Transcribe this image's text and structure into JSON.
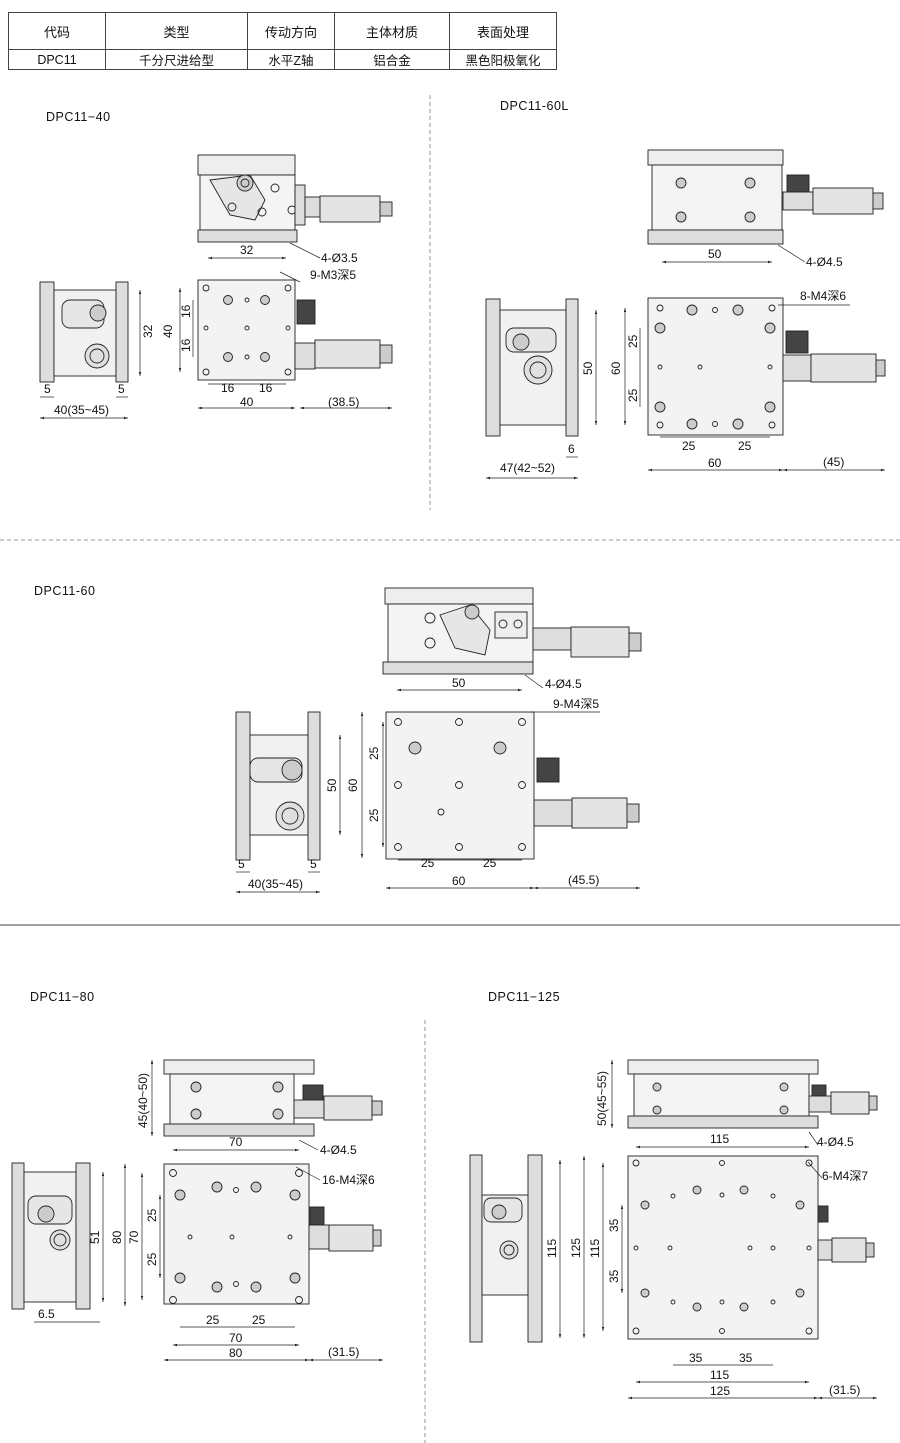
{
  "spec_table": {
    "headers": [
      "代码",
      "类型",
      "传动方向",
      "主体材质",
      "表面处理"
    ],
    "row": [
      "DPC11",
      "千分尺进给型",
      "水平Z轴",
      "铝合金",
      "黑色阳极氧化"
    ]
  },
  "models": {
    "dpc11_40": {
      "title": "DPC11−40",
      "dims": [
        "32",
        "4-Ø3.5",
        "9-M3深5",
        "16",
        "16",
        "40",
        "32",
        "16",
        "16",
        "40",
        "(38.5)",
        "5",
        "5",
        "40(35~45)"
      ]
    },
    "dpc11_60l": {
      "title": "DPC11-60L",
      "dims": [
        "50",
        "4-Ø4.5",
        "8-M4深6",
        "25",
        "25",
        "60",
        "50",
        "25",
        "25",
        "60",
        "(45)",
        "6",
        "47(42~52)"
      ]
    },
    "dpc11_60": {
      "title": "DPC11-60",
      "dims": [
        "50",
        "4-Ø4.5",
        "9-M4深5",
        "25",
        "25",
        "60",
        "50",
        "25",
        "25",
        "60",
        "(45.5)",
        "5",
        "5",
        "40(35~45)"
      ]
    },
    "dpc11_80": {
      "title": "DPC11−80",
      "dims": [
        "45(40~50)",
        "70",
        "4-Ø4.5",
        "16-M4深6",
        "25",
        "25",
        "70",
        "80",
        "51",
        "25",
        "25",
        "70",
        "80",
        "(31.5)",
        "6.5"
      ]
    },
    "dpc11_125": {
      "title": "DPC11−125",
      "dims": [
        "50(45~55)",
        "115",
        "4-Ø4.5",
        "6-M4深7",
        "35",
        "35",
        "115",
        "125",
        "115",
        "35",
        "35",
        "115",
        "125",
        "(31.5)"
      ]
    }
  },
  "colors": {
    "line": "#222222",
    "body_fill": "#f2f2f2",
    "dark_fill": "#d6d6d6",
    "dash": "#999999"
  }
}
